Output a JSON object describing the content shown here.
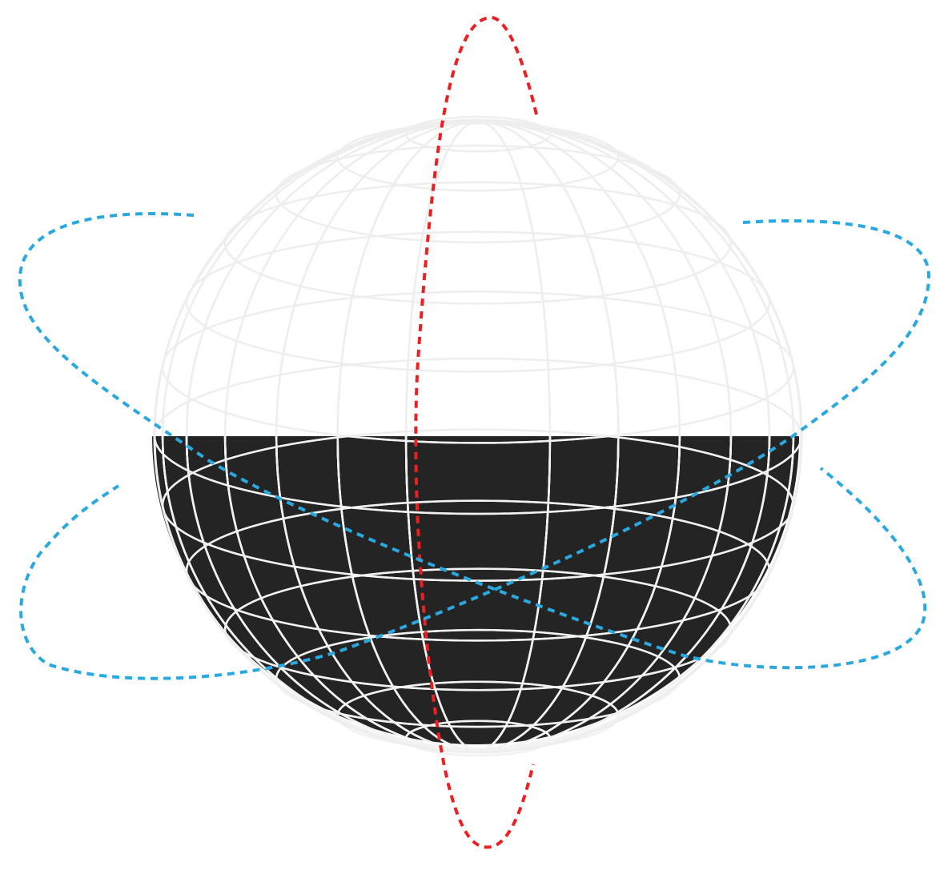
{
  "diagram": {
    "background_color": "#ffffff",
    "sphere": {
      "grid_color_light": "#eeeeee",
      "grid_color_dark_side": "#f2f2f2",
      "shaded_half": "lower",
      "shade_color": "#242424",
      "latitude_lines_visible": 7,
      "meridian_lines_visible": 14
    },
    "orbits": [
      {
        "name": "vertical-orbit",
        "color": "#ee1f23",
        "style": "dashed",
        "orientation": "vertical"
      },
      {
        "name": "horizontal-orbit-a",
        "color": "#29a9df",
        "style": "dashed",
        "orientation": "tilted-down-right"
      },
      {
        "name": "horizontal-orbit-b",
        "color": "#29a9df",
        "style": "dashed",
        "orientation": "tilted-down-left"
      }
    ]
  }
}
